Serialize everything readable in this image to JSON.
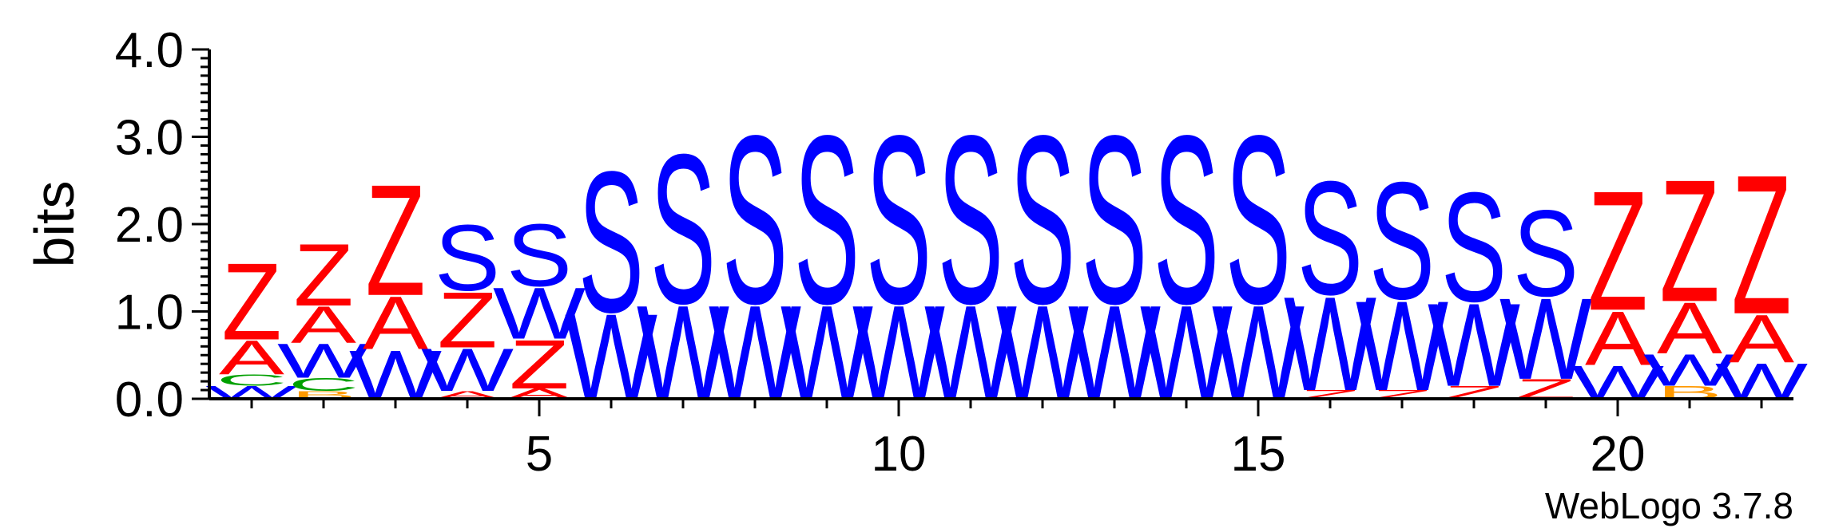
{
  "chart_data": {
    "type": "sequence-logo",
    "ylabel": "bits",
    "ylim": [
      0,
      4
    ],
    "y_ticks": [
      "0.0",
      "1.0",
      "2.0",
      "3.0",
      "4.0"
    ],
    "x_ticks": [
      5,
      10,
      15,
      20
    ],
    "positions": 22,
    "footer": "WebLogo 3.7.8",
    "colors": {
      "Z": "#ff0000",
      "A": "#ff0000",
      "S": "#0000ff",
      "W": "#0000ff",
      "C": "#00a000",
      "B": "#ff9900"
    },
    "stacks": [
      [
        [
          "W",
          0.15
        ],
        [
          "C",
          0.13
        ],
        [
          "A",
          0.4
        ],
        [
          "Z",
          0.9
        ]
      ],
      [
        [
          "B",
          0.09
        ],
        [
          "C",
          0.15
        ],
        [
          "W",
          0.4
        ],
        [
          "A",
          0.43
        ],
        [
          "Z",
          0.73
        ]
      ],
      [
        [
          "W",
          0.57
        ],
        [
          "A",
          0.62
        ],
        [
          "Z",
          1.3
        ]
      ],
      [
        [
          "A",
          0.09
        ],
        [
          "W",
          0.5
        ],
        [
          "Z",
          0.65
        ],
        [
          "S",
          0.77
        ]
      ],
      [
        [
          "A",
          0.12
        ],
        [
          "Z",
          0.57
        ],
        [
          "W",
          0.6
        ],
        [
          "S",
          0.73
        ]
      ],
      [
        [
          "W",
          1.0
        ],
        [
          "S",
          1.65
        ]
      ],
      [
        [
          "W",
          1.1
        ],
        [
          "S",
          1.75
        ]
      ],
      [
        [
          "W",
          1.1
        ],
        [
          "S",
          1.97
        ]
      ],
      [
        [
          "W",
          1.1
        ],
        [
          "S",
          1.97
        ]
      ],
      [
        [
          "W",
          1.1
        ],
        [
          "S",
          1.97
        ]
      ],
      [
        [
          "W",
          1.1
        ],
        [
          "S",
          1.97
        ]
      ],
      [
        [
          "W",
          1.1
        ],
        [
          "S",
          1.97
        ]
      ],
      [
        [
          "W",
          1.1
        ],
        [
          "S",
          1.97
        ]
      ],
      [
        [
          "W",
          1.1
        ],
        [
          "S",
          1.97
        ]
      ],
      [
        [
          "W",
          1.1
        ],
        [
          "S",
          1.97
        ]
      ],
      [
        [
          "Z",
          0.1
        ],
        [
          "W",
          1.1
        ],
        [
          "S",
          1.33
        ]
      ],
      [
        [
          "Z",
          0.1
        ],
        [
          "W",
          1.05
        ],
        [
          "S",
          1.37
        ]
      ],
      [
        [
          "Z",
          0.15
        ],
        [
          "W",
          0.97
        ],
        [
          "S",
          1.28
        ]
      ],
      [
        [
          "Z",
          0.23
        ],
        [
          "W",
          0.95
        ],
        [
          "S",
          1.01
        ]
      ],
      [
        [
          "W",
          0.39
        ],
        [
          "A",
          0.63
        ],
        [
          "Z",
          1.4
        ]
      ],
      [
        [
          "B",
          0.15
        ],
        [
          "W",
          0.37
        ],
        [
          "A",
          0.6
        ],
        [
          "Z",
          1.43
        ]
      ],
      [
        [
          "W",
          0.42
        ],
        [
          "A",
          0.56
        ],
        [
          "Z",
          1.63
        ]
      ]
    ]
  }
}
